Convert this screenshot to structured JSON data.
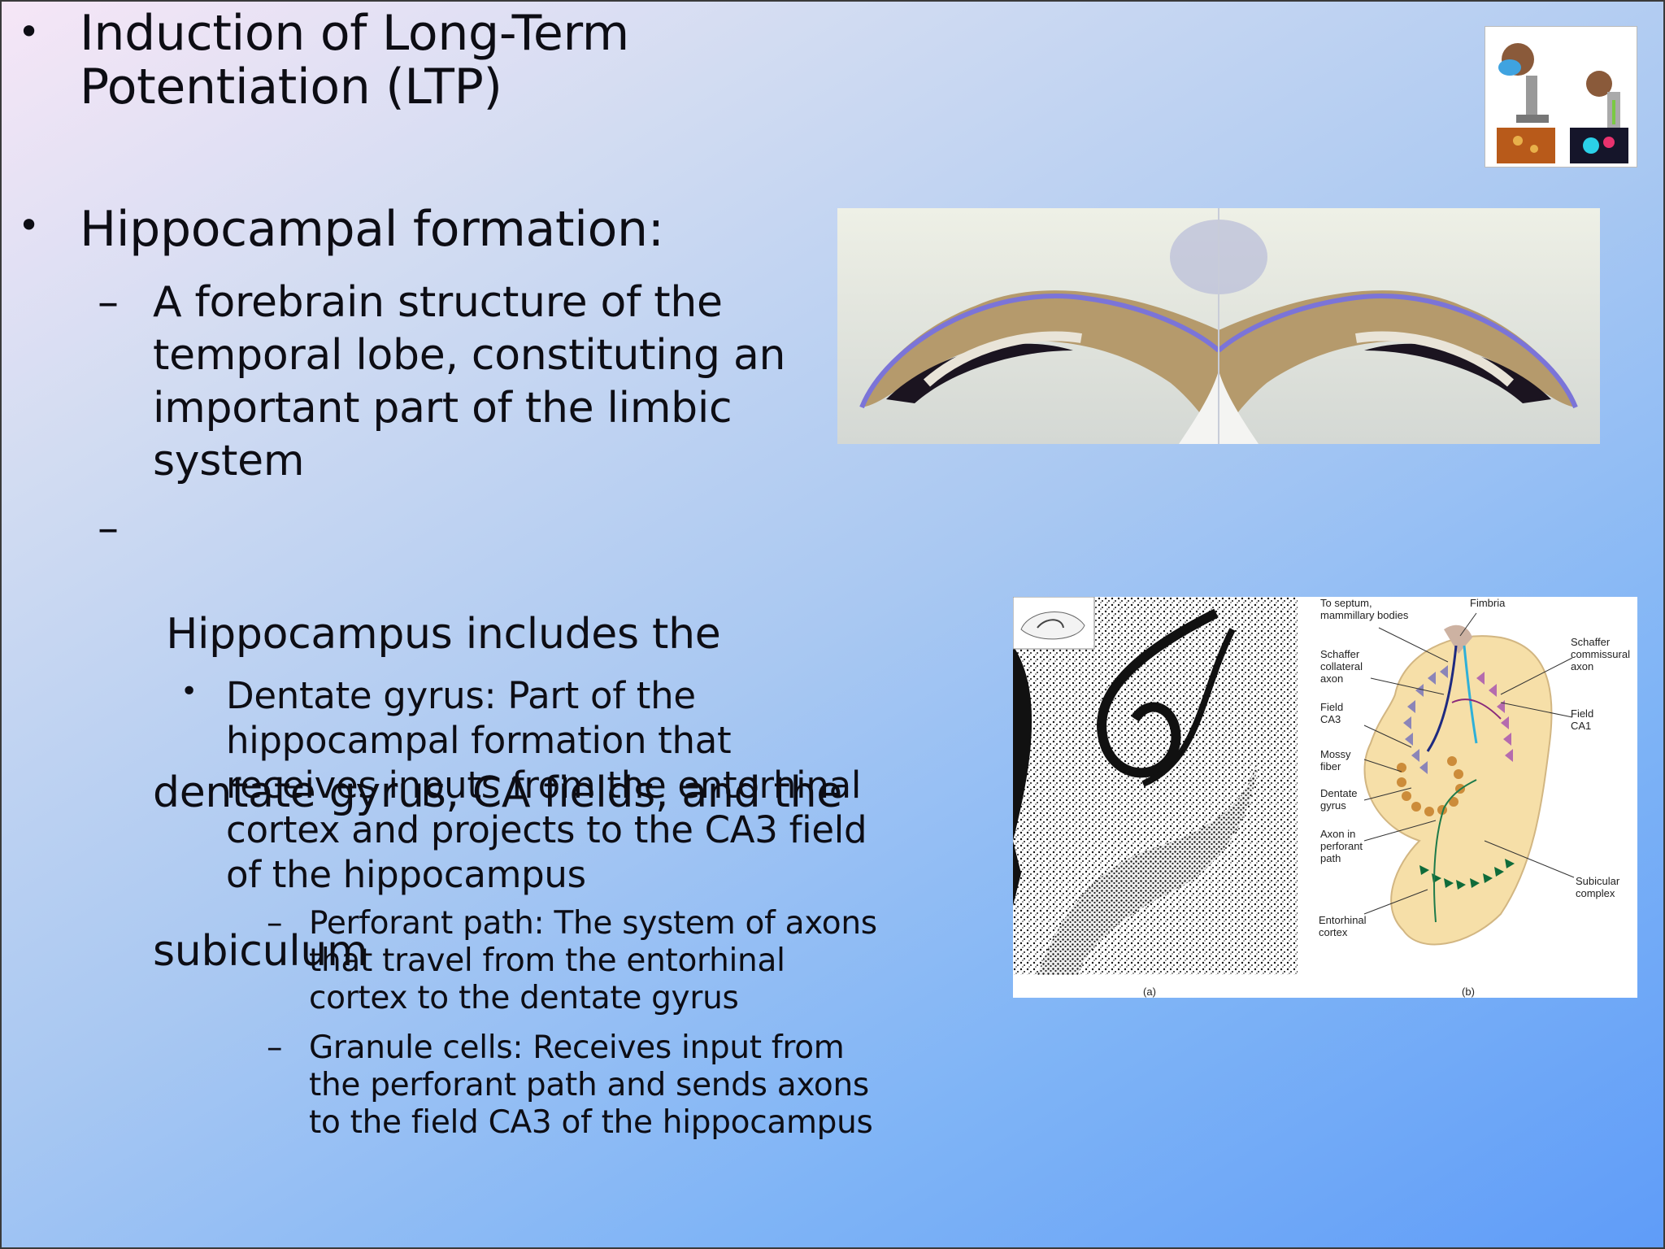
{
  "slide": {
    "title_line1": "Induction of Long-Term",
    "title_line2": "Potentiation (LTP)",
    "bullet1": "Hippocampal formation:",
    "sub1": [
      "A forebrain structure of the",
      "temporal lobe, constituting an",
      "important part of the limbic",
      "system"
    ],
    "sub2": [
      " Hippocampus includes the",
      "dentate gyrus, CA fields, and the",
      "subiculum"
    ],
    "subsub1": [
      "Dentate gyrus: Part of the",
      "hippocampal formation that",
      "receives inputs from the entorhinal",
      "cortex and projects to the CA3 field",
      "of the hippocampus"
    ],
    "subsub1_a": [
      "Perforant path: The system of axons",
      "that travel from the entorhinal",
      "cortex to the dentate gyrus"
    ],
    "subsub1_b": [
      "Granule cells: Receives input from",
      "the perforant path and sends axons",
      "to the field CA3 of the hippocampus"
    ],
    "bullet_glyph": "•",
    "dash_glyph": "–"
  },
  "figure": {
    "labels_left": [
      "To septum,",
      "mammillary bodies",
      "Schaffer",
      "collateral",
      "axon",
      "Field",
      "CA3",
      "Mossy",
      "fiber",
      "Dentate",
      "gyrus",
      "Axon in",
      "perforant",
      "path",
      "Entorhinal",
      "cortex"
    ],
    "labels_right": [
      "Fimbria",
      "Schaffer",
      "commissural",
      "axon",
      "Field",
      "CA1",
      "Subicular",
      "complex"
    ],
    "panel_a": "(a)",
    "panel_b": "(b)"
  },
  "colors": {
    "text": "#0d0d14",
    "background_start": "#f6e6f6",
    "background_end": "#5f9cf8"
  },
  "icons": [
    "microscope-thumbnail",
    "hippocampus-coronal-section",
    "hippocampus-diagram"
  ]
}
